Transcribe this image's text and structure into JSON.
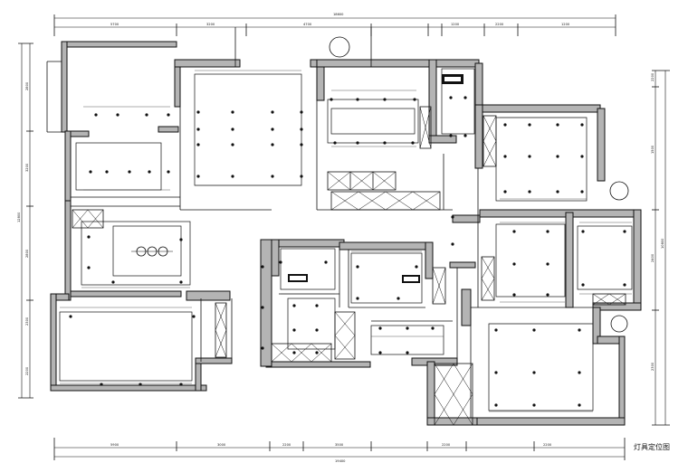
{
  "drawing": {
    "caption": "灯具定位图"
  },
  "dimensions": {
    "top_overall": "18600",
    "top_segments": [
      "5700",
      "3200",
      "4700",
      "1200",
      "2200",
      "1200"
    ],
    "bottom_overall": "19400",
    "bottom_segments": [
      "5900",
      "3000",
      "2200",
      "3500",
      "2200",
      "2200"
    ],
    "left_overall": "12800",
    "left_segments": [
      "2800",
      "3200",
      "2800",
      "2300",
      "2200"
    ],
    "right_overall": "10800",
    "right_segments": [
      "2200",
      "1500",
      "2400",
      "2300"
    ]
  }
}
